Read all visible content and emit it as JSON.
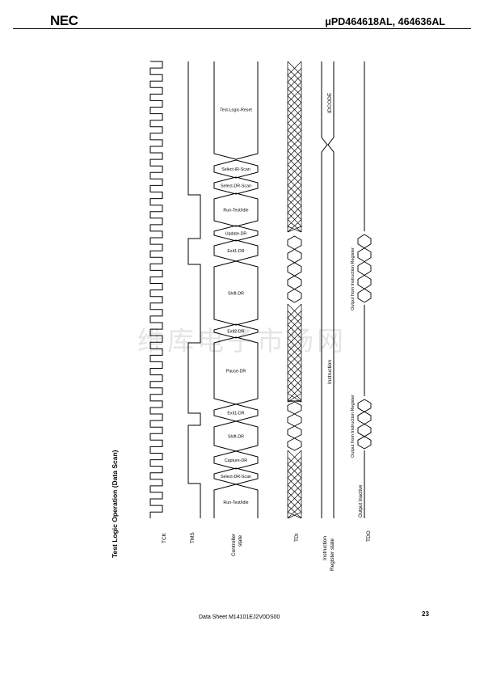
{
  "header": {
    "logo": "NEC",
    "part_number": "μPD464618AL, 464636AL"
  },
  "figure": {
    "title": "Test Logic Operation (Data Scan)",
    "signals": {
      "tck": "TCK",
      "tms": "TMS",
      "controller_line1": "Controller",
      "controller_line2": "state",
      "tdi": "TDI",
      "ir_line1": "Instruction",
      "ir_line2": "Register state",
      "tdo": "TDO"
    },
    "states": [
      "Test-Logic-Reset",
      "Select-IR-Scan",
      "Select-DR-Scan",
      "Run-Test/Idle",
      "Update-DR",
      "Exit1-DR",
      "Shift-DR",
      "Exit2-DR",
      "Pause-DR",
      "Exit1-DR",
      "Shift-DR",
      "Capture-DR",
      "Select-DR-Scan",
      "Run-Test/Idle"
    ],
    "ir_labels": {
      "idcode": "IDCODE",
      "instruction": "Instruction"
    },
    "tdo_labels": {
      "output_upper": "Output from Instruction Register",
      "output_lower": "Output from Instruction Register",
      "inactive": "Output Inactive"
    }
  },
  "footer": {
    "sheet": "Data Sheet  M14101EJ2V0DS00",
    "page": "23"
  }
}
